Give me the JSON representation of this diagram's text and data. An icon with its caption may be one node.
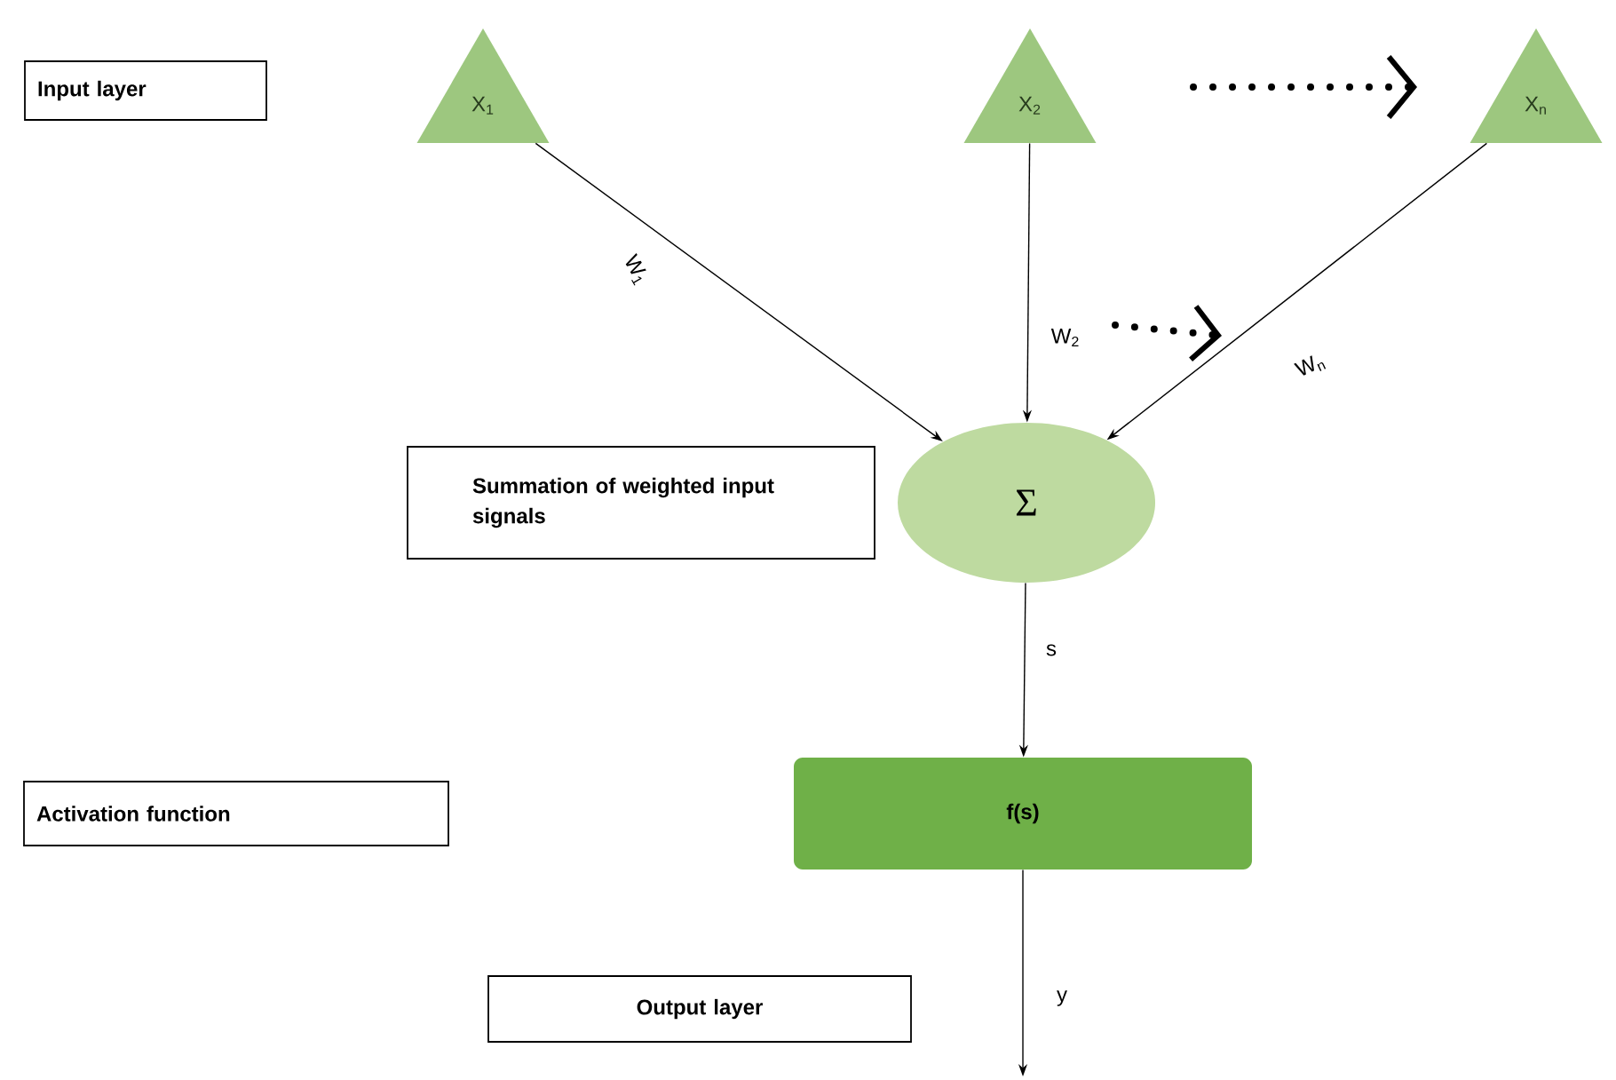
{
  "diagram": {
    "nodes": [
      {
        "text": [
          "Input layer"
        ]
      },
      {
        "text": [
          "X$_{1}$"
        ]
      },
      {
        "text": [
          "X$_{2}$"
        ]
      },
      {
        "text": [
          "X$_{n}$"
        ]
      },
      {
        "text": [
          "Summation of weighted input signals"
        ]
      },
      {
        "text": [
          "Σ"
        ]
      },
      {
        "text": [
          "Activation function"
        ]
      },
      {
        "text": [
          "f(s)"
        ]
      },
      {
        "text": [
          "Output layer"
        ]
      }
    ],
    "edges": [
      {
        "from": 1,
        "to": 5,
        "arrow": "to",
        "label": "W$_{1}$"
      },
      {
        "from": 2,
        "to": 5,
        "arrow": "to",
        "label": "W$_{2}$"
      },
      {
        "from": 3,
        "to": 5,
        "arrow": "to",
        "label": "W$_{n}$"
      },
      {
        "from": 5,
        "to": 7,
        "arrow": "to",
        "label": "s"
      },
      {
        "from": 7,
        "to": null,
        "arrow": "to",
        "label": "y"
      }
    ]
  }
}
